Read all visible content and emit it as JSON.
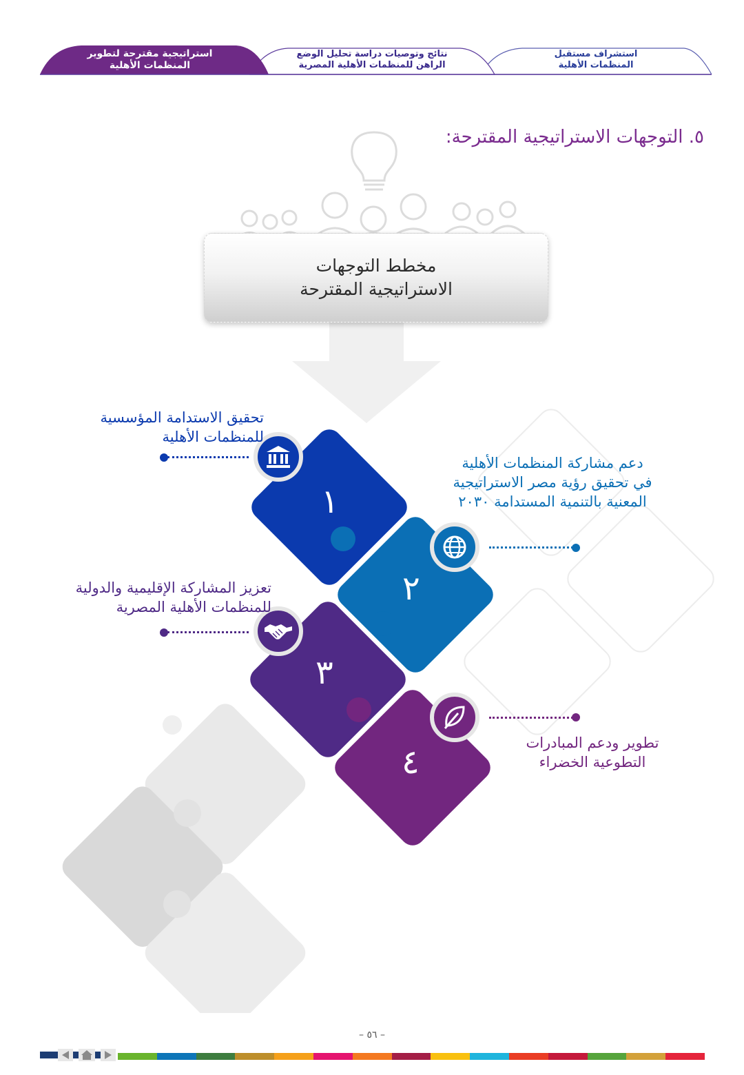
{
  "tabs": [
    {
      "line1": "استراتيجية مقترحة لتطوير",
      "line2": "المنظمات الأهلية"
    },
    {
      "line1": "نتائج وتوصيات دراسة تحليل الوضع",
      "line2": "الراهن للمنظمات الأهلية المصرية"
    },
    {
      "line1": "استشراف مستقبل",
      "line2": "المنظمات الأهلية"
    }
  ],
  "section_title": "٥. التوجهات الاستراتيجية المقترحة:",
  "banner": {
    "line1": "مخطط التوجهات",
    "line2": "الاستراتيجية المقترحة"
  },
  "items": [
    {
      "number": "١",
      "icon": "institution-icon",
      "color": "#0b3aae",
      "line1": "تحقيق الاستدامة المؤسسية",
      "line2": "للمنظمات الأهلية",
      "line3": ""
    },
    {
      "number": "٢",
      "icon": "globe-icon",
      "color": "#0b6fb5",
      "line1": "دعم مشاركة المنظمات الأهلية",
      "line2": "في تحقيق رؤية مصر الاستراتيجية",
      "line3": "المعنية بالتنمية المستدامة ٢٠٣٠"
    },
    {
      "number": "٣",
      "icon": "handshake-icon",
      "color": "#4f2a86",
      "line1": "تعزيز المشاركة الإقليمية والدولية",
      "line2": "للمنظمات الأهلية المصرية",
      "line3": ""
    },
    {
      "number": "٤",
      "icon": "leaf-icon",
      "color": "#72267f",
      "line1": "تطوير ودعم المبادرات",
      "line2": "التطوعية الخضراء",
      "line3": ""
    }
  ],
  "page_number": "– ٥٦ –",
  "colors": {
    "tab_active": "#6e2a86",
    "tab_border": "#5b3a9c",
    "title": "#7a2b8e",
    "footer_bar": [
      "#6ab42d",
      "#0d75b8",
      "#3e7d3f",
      "#bd8e2b",
      "#f5a01a",
      "#e5146f",
      "#f47920",
      "#a41e46",
      "#f9c00f",
      "#1fb5dd",
      "#ea3d24",
      "#c4193b",
      "#56a43c",
      "#d3a13a",
      "#e5243b"
    ]
  }
}
